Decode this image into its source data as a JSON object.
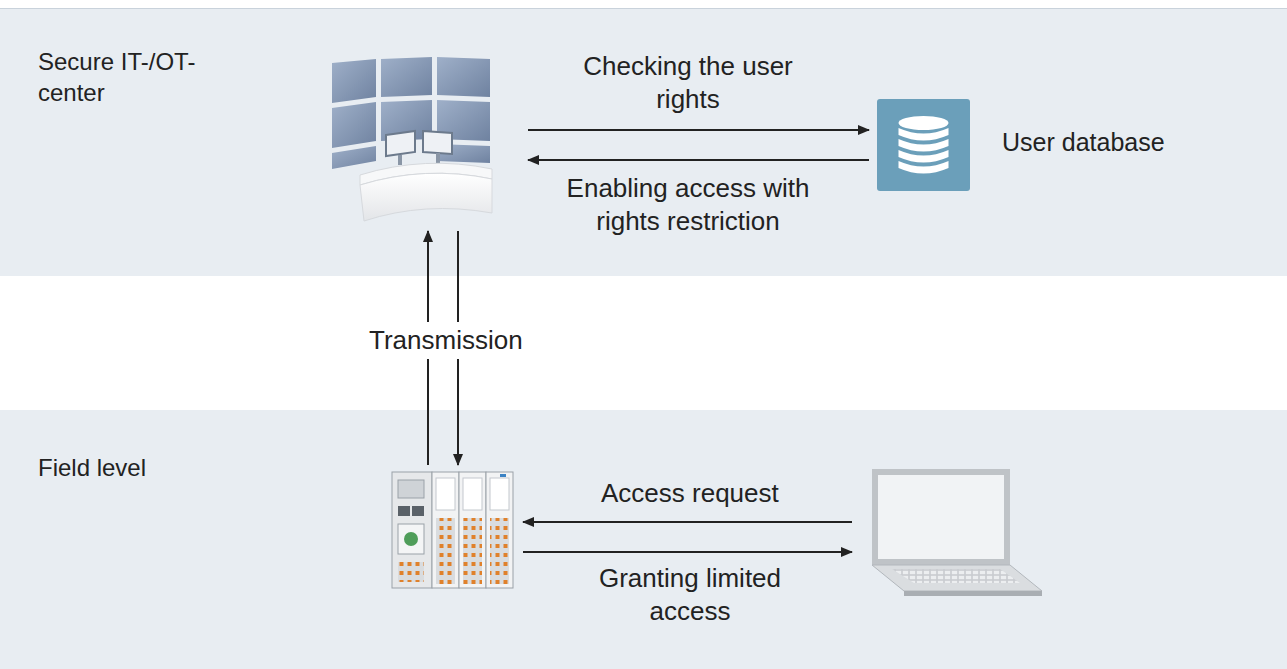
{
  "diagram": {
    "nodes": [
      {
        "text": [
          "Secure IT-/OT-center"
        ]
      },
      {
        "text": [],
        "in": 0
      },
      {
        "text": [
          "User database"
        ],
        "in": 0
      },
      {
        "text": [
          "Field level"
        ]
      },
      {
        "text": [],
        "in": 3
      },
      {
        "text": [],
        "in": 3
      }
    ],
    "edges": [
      {
        "from": 1,
        "to": 2,
        "arrow": "to",
        "label": "Checking the user rights"
      },
      {
        "from": 2,
        "to": 1,
        "arrow": "to",
        "label": "Enabling access with rights restriction"
      },
      {
        "from": 4,
        "to": 1,
        "arrow": "to",
        "label": "Transmission"
      },
      {
        "from": 1,
        "to": 4,
        "arrow": "to"
      },
      {
        "from": 5,
        "to": 4,
        "arrow": "to",
        "label": "Access request"
      },
      {
        "from": 4,
        "to": 5,
        "arrow": "to",
        "label": "Granting limited access"
      }
    ]
  }
}
